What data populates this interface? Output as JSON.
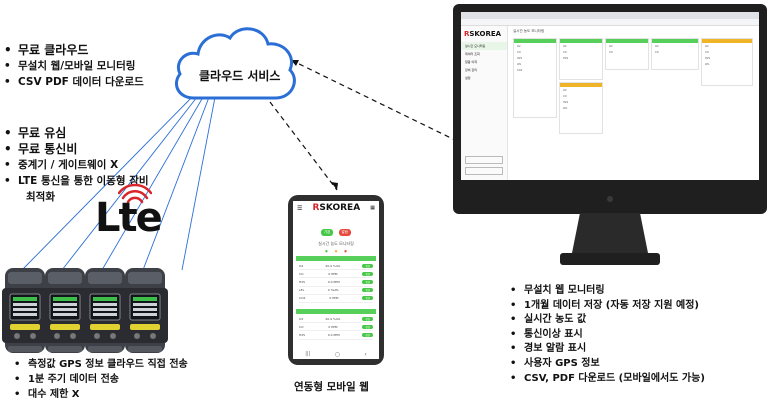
{
  "cloud": {
    "label": "클라우드 서비스",
    "icon": "cloud-icon"
  },
  "features_top": [
    {
      "text": "무료 클라우드",
      "big": true
    },
    {
      "text": "무설치 웹/모바일 모니터링",
      "big": false
    },
    {
      "text": "CSV PDF 데이터 다운로드",
      "big": false
    }
  ],
  "features_mid": [
    {
      "text": "무료 유심",
      "big": true
    },
    {
      "text": "무료 통신비",
      "big": true
    },
    {
      "text": "중계기 / 게이트웨이 X",
      "big": false
    },
    {
      "text": "LTE 통신을 통한 이동형 장비",
      "big": false
    },
    {
      "text": "최적화",
      "big": false,
      "nobullet": true
    }
  ],
  "lte_logo": "Lte",
  "features_bottom": [
    "측정값 GPS 정보 클라우드 직접 전송",
    "1분 주기 데이터 전송",
    "대수 제한 X"
  ],
  "phone": {
    "brand_r": "R",
    "brand_rest": "SKOREA",
    "subtitle": "실시간 농도 모니터링",
    "caption": "연동형 모바일 웹",
    "btn1": "기본",
    "btn2": "알람",
    "table1": [
      {
        "label": "O2",
        "value": "20.9 %Vol",
        "badge": "정상"
      },
      {
        "label": "CO",
        "value": "0 PPM",
        "badge": "정상"
      },
      {
        "label": "H2S",
        "value": "0.0 PPM",
        "badge": "정상"
      },
      {
        "label": "LEL",
        "value": "0 %LEL",
        "badge": "정상"
      },
      {
        "label": "CO2",
        "value": "0 PPM",
        "badge": "정상"
      }
    ],
    "table2": [
      {
        "label": "O2",
        "value": "20.9 %Vol",
        "badge": "정상"
      },
      {
        "label": "CO",
        "value": "0 PPM",
        "badge": "정상"
      },
      {
        "label": "H2S",
        "value": "0.0 PPM",
        "badge": "정상"
      }
    ]
  },
  "monitor": {
    "brand_r": "R",
    "brand_rest": "SKOREA",
    "page_title": "실시간 농도 모니터링",
    "sidebar": [
      "실시간 모니터링",
      "데이터 조회",
      "알람 이력",
      "장비 관리",
      "설정"
    ],
    "features": [
      "무설치 웹 모니터링",
      "1개월 데이터 저장 (자동 저장 지원 예정)",
      "실시간 농도 값",
      "통신이상 표시",
      "경보 알람 표시",
      "사용자 GPS 정보",
      "CSV, PDF 다운로드 (모바일에서도 가능)"
    ]
  },
  "colors": {
    "accent_green": "#46c746",
    "alarm_yellow": "#f0b429",
    "brand_red": "#d8242b",
    "bezel": "#1f1f1f"
  }
}
